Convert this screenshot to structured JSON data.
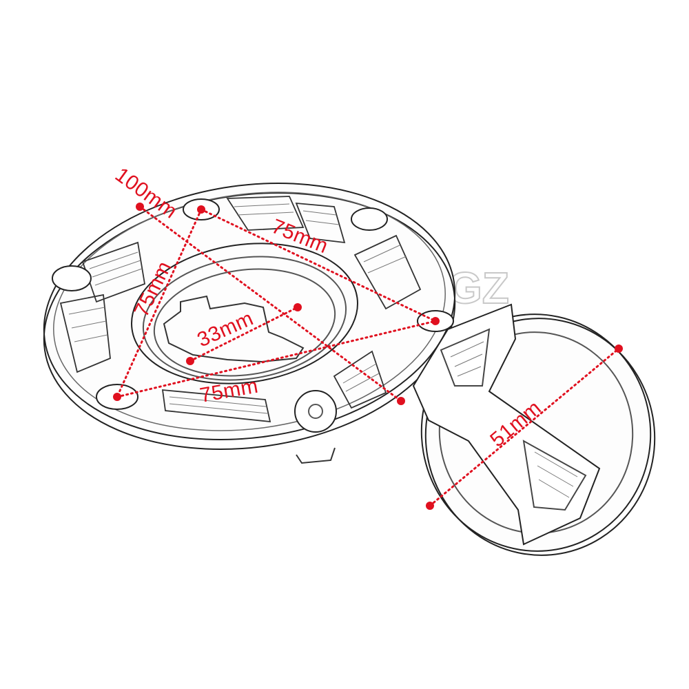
{
  "watermark": "GZ",
  "accent_color": "#e0101f",
  "dimensions": {
    "outer_diameter": "100mm",
    "bolt_spacing_top": "75mm",
    "bolt_spacing_left": "75mm",
    "bolt_spacing_bottom": "75mm",
    "inner_opening": "33mm",
    "cap_diameter": "51mm"
  }
}
